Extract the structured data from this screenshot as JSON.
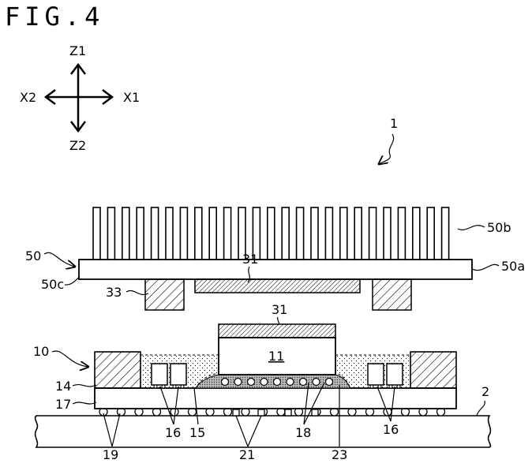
{
  "figure_title": "FIG.4",
  "axes": {
    "z1": "Z1",
    "z2": "Z2",
    "x1": "X1",
    "x2": "X2"
  },
  "labels": {
    "assembly": "1",
    "heatsink": "50",
    "fins": "50b",
    "base": "50a",
    "base_edge": "50c",
    "tim_top": "31",
    "tim_chip": "31",
    "spacer": "33",
    "package": "10",
    "chip": "11",
    "stiffener": "14",
    "substrate": "17",
    "component_left": "16",
    "component_right": "16",
    "underfill_area": "15",
    "bumps": "18",
    "underfill": "23",
    "board": "2",
    "solder_balls": "19",
    "pads": "21"
  }
}
